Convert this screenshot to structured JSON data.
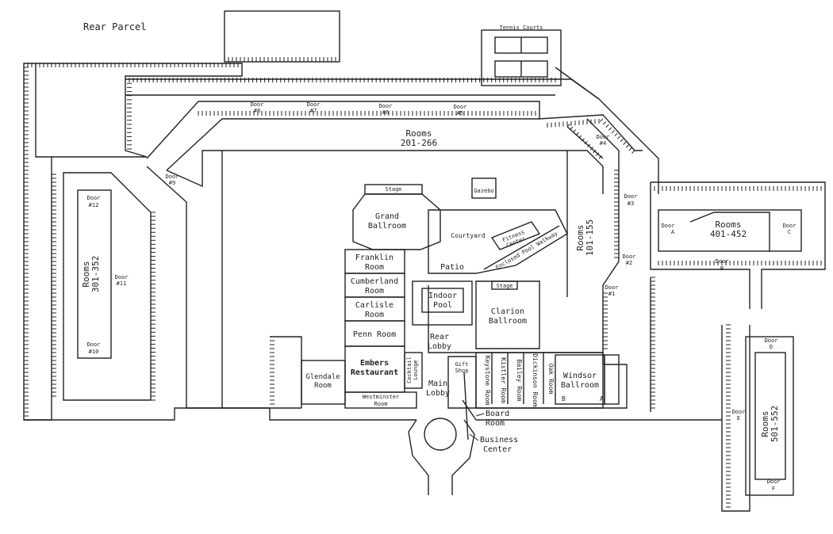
{
  "title": "Rear Parcel",
  "labels": {
    "tennis": "Tennis Courts",
    "rooms201": [
      "Rooms",
      "201-266"
    ],
    "rooms101": [
      "Rooms",
      "101-155"
    ],
    "rooms301": [
      "Rooms",
      "301-352"
    ],
    "rooms401": [
      "Rooms",
      "401-452"
    ],
    "rooms501": [
      "Rooms",
      "501-552"
    ],
    "gazebo": "Gazebo",
    "stage": "Stage",
    "grand": [
      "Grand",
      "Ballroom"
    ],
    "courtyard": "Courtyard",
    "fitness": [
      "Fitness",
      "Center"
    ],
    "walkway": "Enclosed Pool Walkway",
    "patio": "Patio",
    "pool": [
      "Indoor",
      "Pool"
    ],
    "clarion": [
      "Clarion",
      "Ballroom"
    ],
    "franklin": [
      "Franklin",
      "Room"
    ],
    "cumberland": [
      "Cumberland",
      "Room"
    ],
    "carlisle": [
      "Carlisle",
      "Room"
    ],
    "penn": "Penn Room",
    "embers": [
      "Embers",
      "Restaurant"
    ],
    "glendale": [
      "Glendale",
      "Room"
    ],
    "westminster": [
      "Westminster",
      "Room"
    ],
    "cocktail": [
      "Cocktail",
      "Lounge"
    ],
    "rearlobby": [
      "Rear",
      "Lobby"
    ],
    "mainlobby": [
      "Main",
      "Lobby"
    ],
    "gift": [
      "Gift",
      "Shop"
    ],
    "keystone": "Keystone Room",
    "kistler": "Kistler Room",
    "bailey": "Bailey Room",
    "dickinson": "Dickinson Room",
    "oak": "Oak Room",
    "windsor": [
      "Windsor",
      "Ballroom"
    ],
    "windsorA": "A",
    "windsorB": "B",
    "board": [
      "Board",
      "Room"
    ],
    "business": [
      "Business",
      "Center"
    ],
    "doors": {
      "d1": [
        "Door",
        "#1"
      ],
      "d2": [
        "Door",
        "#2"
      ],
      "d3": [
        "Door",
        "#3"
      ],
      "d4": [
        "Door",
        "#4"
      ],
      "d5": [
        "Door",
        "#5"
      ],
      "d6": [
        "Door",
        "#6"
      ],
      "d7": [
        "Door",
        "#7"
      ],
      "d8": [
        "Door",
        "#8"
      ],
      "d9": [
        "Door",
        "#9"
      ],
      "d10": [
        "Door",
        "#10"
      ],
      "d11": [
        "Door",
        "#11"
      ],
      "d12": [
        "Door",
        "#12"
      ],
      "dA": [
        "Door",
        "A"
      ],
      "dB": [
        "Door",
        "B"
      ],
      "dC": [
        "Door",
        "C"
      ],
      "dD": [
        "Door",
        "D"
      ],
      "dE": [
        "Door",
        "E"
      ],
      "dF": [
        "Door",
        "F"
      ]
    }
  }
}
